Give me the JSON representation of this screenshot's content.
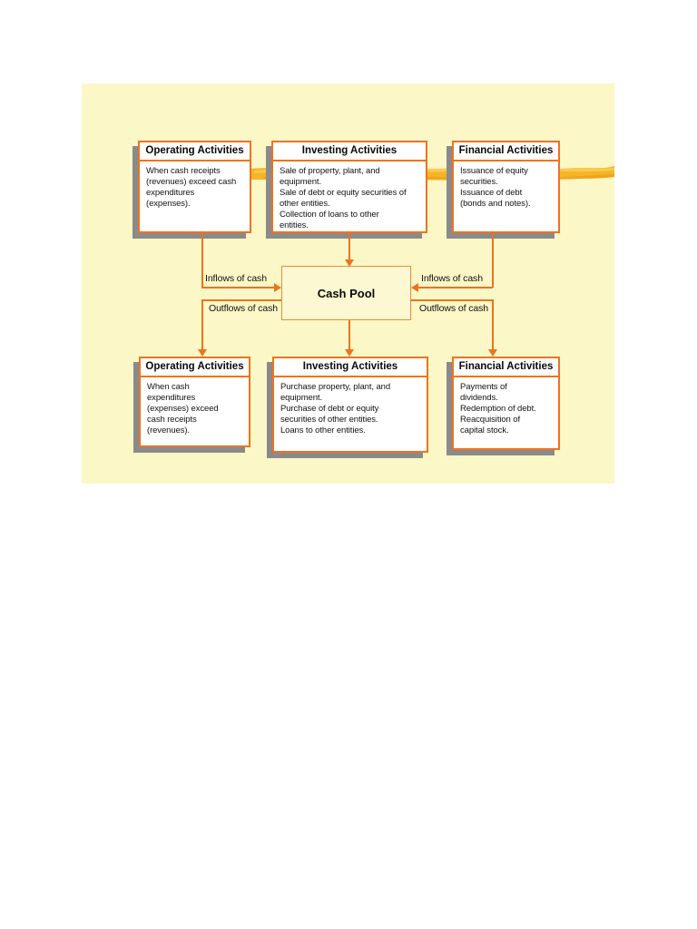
{
  "diagram": {
    "cash_pool_label": "Cash Pool",
    "flow_labels": {
      "inflow_left": "Inflows of cash",
      "inflow_right": "Inflows of cash",
      "outflow_left": "Outflows of cash",
      "outflow_right": "Outflows of cash"
    },
    "top_boxes": [
      {
        "title": "Operating Activities",
        "lines": [
          "When cash receipts",
          "(revenues) exceed cash",
          "expenditures",
          "(expenses)."
        ]
      },
      {
        "title": "Investing Activities",
        "lines": [
          "Sale of property, plant, and",
          "equipment.",
          "Sale of debt or equity securities of",
          "other entities.",
          "Collection of loans to other",
          "entities."
        ]
      },
      {
        "title": "Financial Activities",
        "lines": [
          "Issuance of equity",
          "securities.",
          "Issuance of debt",
          "(bonds and notes)."
        ]
      }
    ],
    "bottom_boxes": [
      {
        "title": "Operating Activities",
        "lines": [
          "When cash",
          "expenditures",
          "(expenses) exceed",
          "cash receipts",
          "(revenues)."
        ]
      },
      {
        "title": "Investing Activities",
        "lines": [
          "Purchase property, plant, and",
          "equipment.",
          "Purchase of debt or equity",
          "securities of other entities.",
          "Loans to other entities."
        ]
      },
      {
        "title": "Financial Activities",
        "lines": [
          "Payments of",
          "dividends.",
          "Redemption of debt.",
          "Reacquisition of",
          "capital stock."
        ]
      }
    ],
    "colors": {
      "canvas_background": "#FBF7C6",
      "box_border": "#ED7320",
      "box_fill": "#FFFFFF",
      "box_shadow": "#8A8A8A",
      "ribbon": "#F5B524",
      "cash_pool_fill": "#FCF9D2",
      "text": "#141414"
    }
  }
}
